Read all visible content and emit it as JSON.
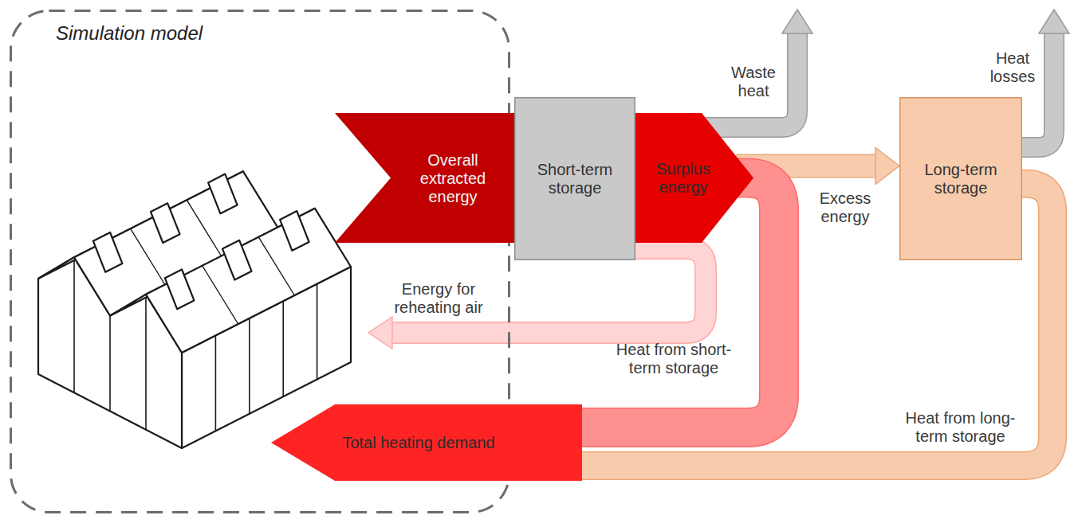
{
  "diagram": {
    "nodes": [
      {
        "text": [
          "Simulation model"
        ]
      },
      {
        "text": [
          "Overall extracted energy"
        ]
      },
      {
        "text": [
          "Short-term storage"
        ]
      },
      {
        "text": [
          "Surplus energy"
        ]
      },
      {
        "text": [
          "Long-term storage"
        ]
      },
      {
        "text": [
          "Total heating demand"
        ]
      }
    ],
    "edges": [
      {
        "from": 3,
        "to": 4,
        "arrow": "to",
        "label": "Excess energy"
      },
      {
        "from": 3,
        "to": 5,
        "arrow": "none",
        "label": "Heat from short-term storage"
      },
      {
        "from": 4,
        "to": 5,
        "arrow": "none",
        "label": "Heat from long-term storage"
      }
    ],
    "labels": [
      "Waste heat",
      "Heat losses",
      "Energy for reheating air"
    ]
  }
}
